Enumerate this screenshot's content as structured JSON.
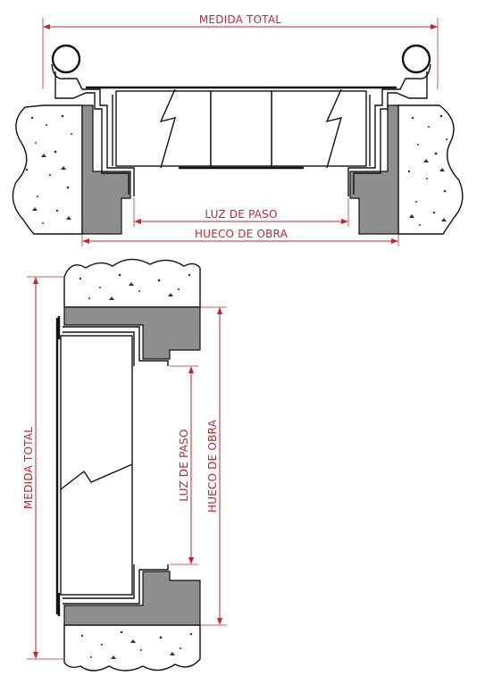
{
  "labels": {
    "total": "MEDIDA TOTAL",
    "passage": "LUZ DE PASO",
    "opening": "HUECO DE OBRA"
  },
  "colors": {
    "dimension": "#c0262c",
    "outline": "#111111",
    "mortar": "#8e8e8e",
    "background": "#ffffff"
  }
}
